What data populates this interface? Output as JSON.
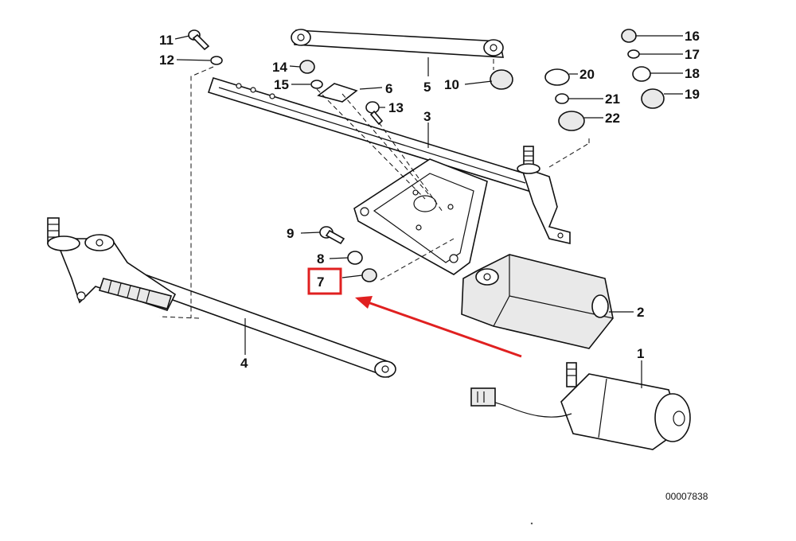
{
  "diagram": {
    "reference_code": "00007838",
    "highlighted_part": "7",
    "highlight_color": "#e02020",
    "parts": [
      {
        "id": "p1",
        "label": "1"
      },
      {
        "id": "p2",
        "label": "2"
      },
      {
        "id": "p3",
        "label": "3"
      },
      {
        "id": "p4",
        "label": "4"
      },
      {
        "id": "p5",
        "label": "5"
      },
      {
        "id": "p6",
        "label": "6"
      },
      {
        "id": "p7",
        "label": "7"
      },
      {
        "id": "p8",
        "label": "8"
      },
      {
        "id": "p9",
        "label": "9"
      },
      {
        "id": "p10",
        "label": "10"
      },
      {
        "id": "p11",
        "label": "11"
      },
      {
        "id": "p12",
        "label": "12"
      },
      {
        "id": "p13",
        "label": "13"
      },
      {
        "id": "p14",
        "label": "14"
      },
      {
        "id": "p15",
        "label": "15"
      },
      {
        "id": "p16",
        "label": "16"
      },
      {
        "id": "p17",
        "label": "17"
      },
      {
        "id": "p18",
        "label": "18"
      },
      {
        "id": "p19",
        "label": "19"
      },
      {
        "id": "p20",
        "label": "20"
      },
      {
        "id": "p21",
        "label": "21"
      },
      {
        "id": "p22",
        "label": "22"
      }
    ]
  }
}
